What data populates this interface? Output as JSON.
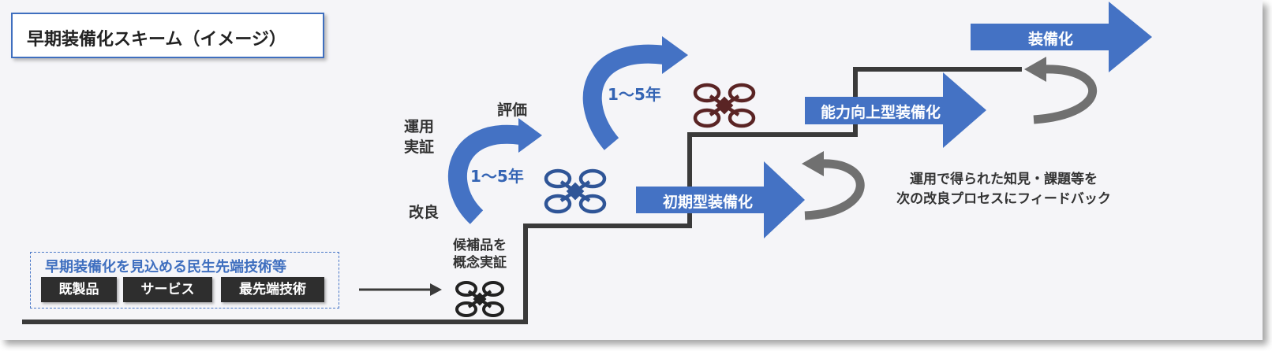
{
  "title": "早期装備化スキーム（イメージ）",
  "source_box": {
    "heading": "早期装備化を見込める民生先端技術等",
    "chips": [
      "既製品",
      "サービス",
      "最先端技術"
    ]
  },
  "stages": {
    "poc": "候補品を\n概念実証",
    "evaluation_cycle": {
      "kairyo": "改良",
      "unyo_jissho": "運用\n実証",
      "hyoka": "評価",
      "duration": "1〜5年"
    },
    "second_cycle_duration": "1〜5年",
    "initial": "初期型装備化",
    "improved": "能力向上型装備化",
    "deployment": "装備化"
  },
  "feedback_note": "運用で得られた知見・課題等を\n次の改良プロセスにフィードバック",
  "colors": {
    "accent_blue": "#4472c4",
    "step_line": "#3a3a3a",
    "feedback_gray": "#707070",
    "drone_blue": "#2f5597",
    "drone_dark": "#222222",
    "drone_red": "#5a2424"
  },
  "icons": [
    "drone-icon",
    "drone-icon",
    "drone-icon"
  ]
}
